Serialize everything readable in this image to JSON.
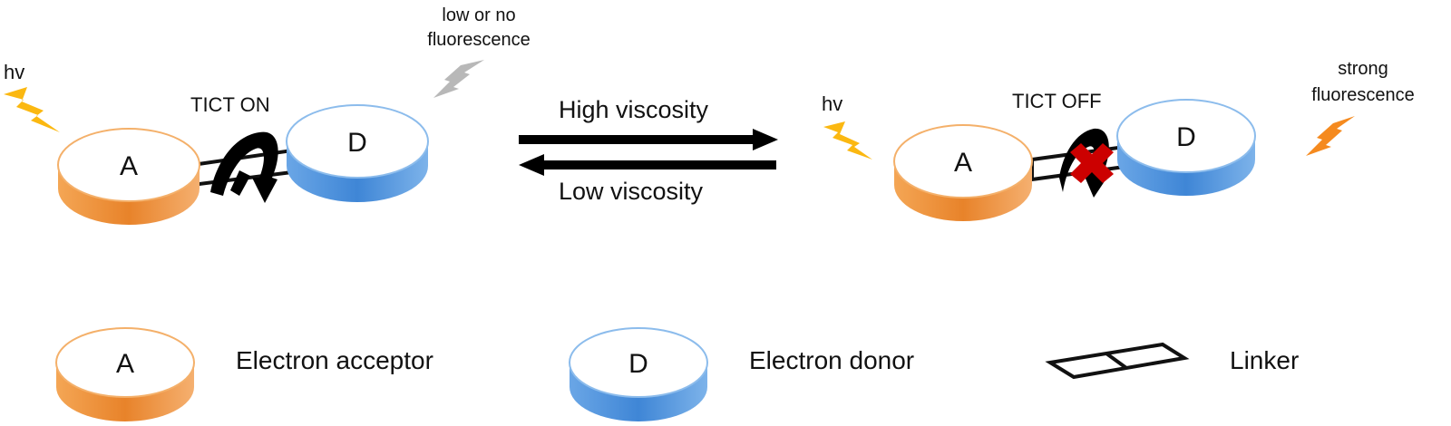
{
  "left_state": {
    "excitation_label": "hv",
    "state_label": "TICT ON",
    "emission_label_line1": "low or no",
    "emission_label_line2": "fluorescence",
    "acceptor_letter": "A",
    "donor_letter": "D",
    "emission_color": "#b8b8b8"
  },
  "transition": {
    "forward_label": "High viscosity",
    "reverse_label": "Low viscosity"
  },
  "right_state": {
    "excitation_label": "hv",
    "state_label": "TICT OFF",
    "emission_label_line1": "strong",
    "emission_label_line2": "fluorescence",
    "acceptor_letter": "A",
    "donor_letter": "D",
    "emission_color": "#f58a1f",
    "blocked_mark_color": "#cc0000"
  },
  "legend": {
    "items": [
      {
        "symbol": "A",
        "label": "Electron acceptor"
      },
      {
        "symbol": "D",
        "label": "Electron donor"
      },
      {
        "symbol": "",
        "label": "Linker"
      }
    ]
  },
  "colors": {
    "acceptor": "#f0922e",
    "donor": "#4f93dc",
    "excitation": "#fbb811",
    "arrow": "#000000"
  }
}
